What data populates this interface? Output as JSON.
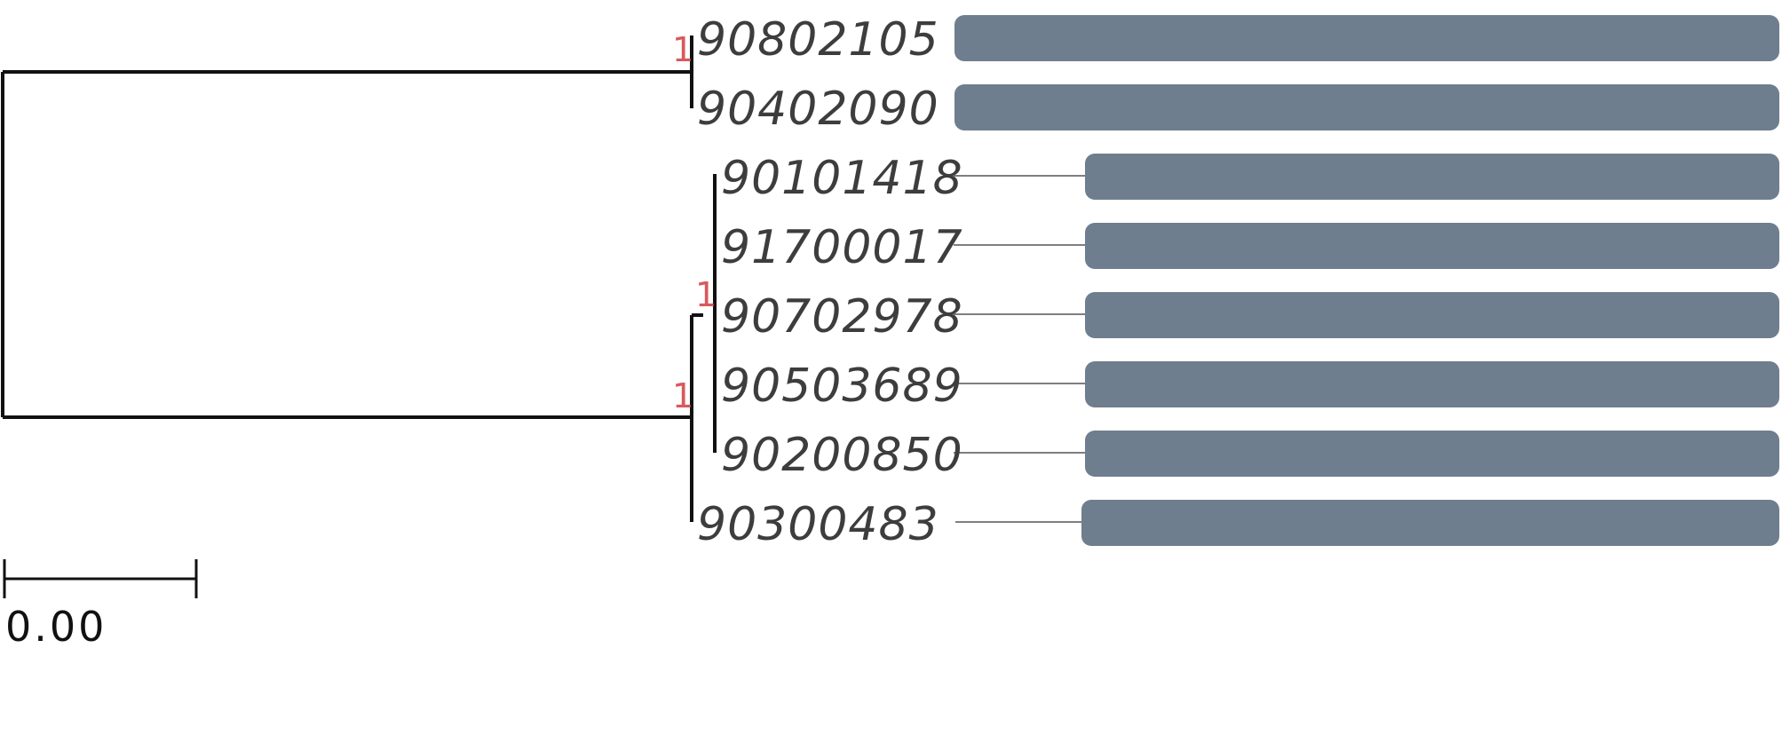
{
  "tree": {
    "leaves": [
      {
        "name": "90802105"
      },
      {
        "name": "90402090"
      },
      {
        "name": "90101418"
      },
      {
        "name": "91700017"
      },
      {
        "name": "90702978"
      },
      {
        "name": "90503689"
      },
      {
        "name": "90200850"
      },
      {
        "name": "90300483"
      }
    ],
    "support_values": [
      "1",
      "1",
      "1"
    ],
    "scale_bar": {
      "label": "0.00"
    }
  },
  "colors": {
    "branch": "#111111",
    "connector": "#555555",
    "bar": "#6f7e8e",
    "leaf_text": "#3d3d3d",
    "support_text": "#d9595d"
  }
}
